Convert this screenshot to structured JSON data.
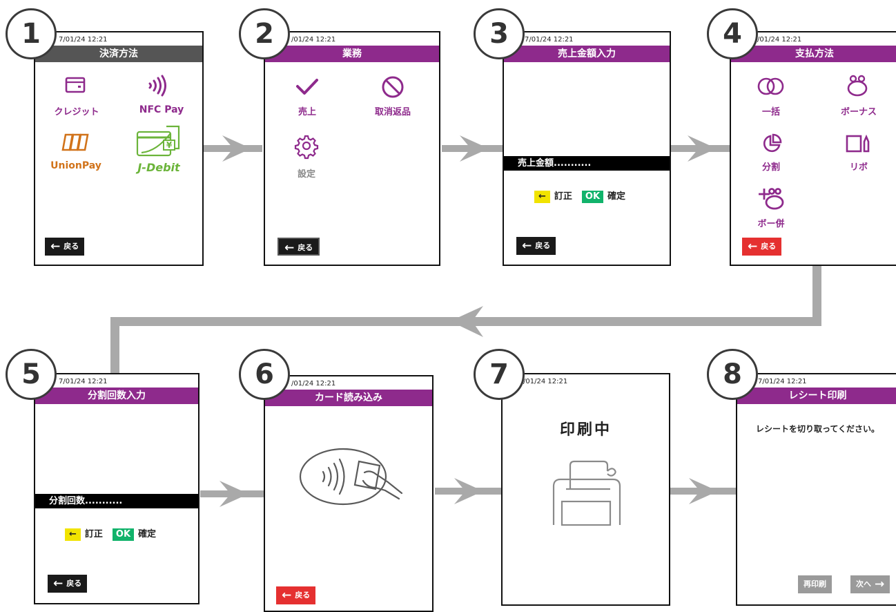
{
  "colors": {
    "accent": "#8e2a8c",
    "arrow": "#a9a9a9",
    "header_gray": "#555555",
    "back_red": "#e53030",
    "ok_green": "#11b36b",
    "fix_yellow": "#f1e300",
    "unionpay_orange": "#d1731a",
    "jdebit_green": "#6bb43a"
  },
  "steps": [
    {
      "num": "1",
      "status": "7/01/24 12:21",
      "title": "決済方法",
      "options": [
        {
          "label": "クレジット",
          "icon": "credit-card-icon"
        },
        {
          "label": "NFC Pay",
          "icon": "nfc-icon"
        },
        {
          "label": "UnionPay",
          "icon": "unionpay-icon"
        },
        {
          "label": "J-Debit",
          "icon": "jdebit-icon"
        }
      ],
      "back": "戻る"
    },
    {
      "num": "2",
      "status": "/01/24 12:21",
      "title": "業務",
      "options": [
        {
          "label": "売上",
          "icon": "checkmark-icon"
        },
        {
          "label": "取消返品",
          "icon": "prohibited-icon"
        },
        {
          "label": "設定",
          "icon": "gear-icon"
        }
      ],
      "back": "戻る"
    },
    {
      "num": "3",
      "status": "7/01/24 12:21",
      "title": "売上金額入力",
      "input_label": "売上金額",
      "input_dots": "...........",
      "key_fix_symbol": "←",
      "key_fix": "訂正",
      "key_ok_symbol": "OK",
      "key_ok": "確定",
      "back": "戻る"
    },
    {
      "num": "4",
      "status": "/01/24 12:21",
      "title": "支払方法",
      "options": [
        {
          "label": "一括",
          "icon": "lump-sum-icon"
        },
        {
          "label": "ボーナス",
          "icon": "money-bag-icon"
        },
        {
          "label": "分割",
          "icon": "pie-chart-icon"
        },
        {
          "label": "リボ",
          "icon": "revolving-icon"
        },
        {
          "label": "ボー併",
          "icon": "bonus-combined-icon"
        }
      ],
      "back": "戻る"
    },
    {
      "num": "5",
      "status": "7/01/24 12:21",
      "title": "分割回数入力",
      "input_label": "分割回数",
      "input_dots": "...........",
      "key_fix_symbol": "←",
      "key_fix": "訂正",
      "key_ok_symbol": "OK",
      "key_ok": "確定",
      "back": "戻る"
    },
    {
      "num": "6",
      "status": "/01/24 12:21",
      "title": "カード読み込み",
      "icon": "contactless-card-icon",
      "back": "戻る"
    },
    {
      "num": "7",
      "status": "/01/24 12:21",
      "message": "印刷中",
      "icon": "printer-icon"
    },
    {
      "num": "8",
      "status": "7/01/24 12:21",
      "title": "レシート印刷",
      "message": "レシートを切り取ってください。",
      "reprint": "再印刷",
      "next": "次へ"
    }
  ]
}
